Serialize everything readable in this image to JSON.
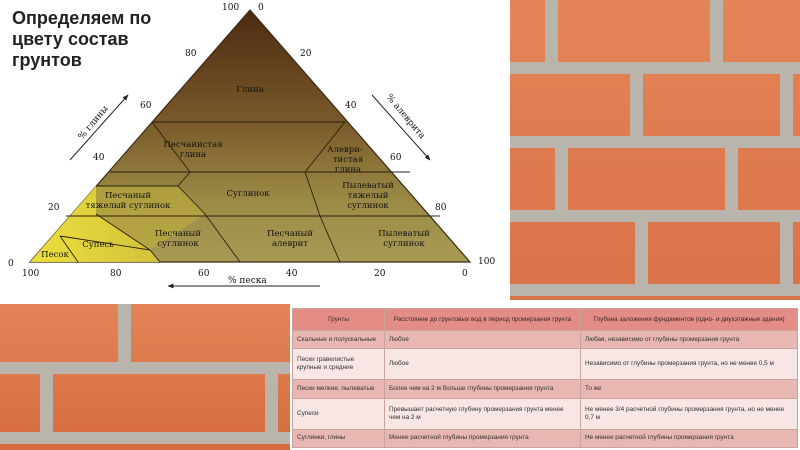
{
  "title": {
    "line1": "Определяем по",
    "line2": "цвету состав",
    "line3": "грунтов"
  },
  "diagram": {
    "axis_clay_label": "% глины",
    "axis_silt_label": "% алеврита",
    "axis_sand_label": "% песка",
    "left_ticks": [
      "0",
      "20",
      "40",
      "60",
      "80",
      "100"
    ],
    "right_ticks": [
      "0",
      "20",
      "40",
      "60",
      "80",
      "100"
    ],
    "bottom_ticks": [
      "100",
      "80",
      "60",
      "40",
      "20",
      "0"
    ],
    "regions": {
      "clay": "Глина",
      "sandy_clay_1": "Песчанистая",
      "sandy_clay_2": "глина",
      "silty_clay_1": "Алеври-",
      "silty_clay_2": "тистая",
      "silty_clay_3": "глина",
      "sandy_heavy_1": "Песчаный",
      "sandy_heavy_2": "тяжелый суглинок",
      "loam": "Суглинок",
      "silty_heavy_1": "Пылеватый",
      "silty_heavy_2": "тяжелый",
      "silty_heavy_3": "суглинок",
      "sandy_loam": "Супесь",
      "sand": "Песок",
      "sandy_light_1": "Песчаный",
      "sandy_light_2": "суглинок",
      "sandy_silt_1": "Песчаный",
      "sandy_silt_2": "алеврит",
      "silty_light_1": "Пылеватый",
      "silty_light_2": "суглинок"
    },
    "colors": {
      "top": "#5a3214",
      "middle": "#8f7a3a",
      "sand": "#f1e33a"
    }
  },
  "table": {
    "headers": [
      "Грунты",
      "Расстояние до грунтовых вод в период промерзания грунта",
      "Глубина заложения фундаментов (одно- и двухэтажные здания)"
    ],
    "rows": [
      [
        "Скальные и полускальные",
        "Любое",
        "Любая, независимо от глубины промерзания грунта"
      ],
      [
        "Пески гравелистые крупные и средние",
        "Любое",
        "Независимо от глубины промерзания грунта, но не менее 0,5 м"
      ],
      [
        "Пески мелкие, пылеватые",
        "Более чем на 2 м больше глубины промерзания грунта",
        "То же"
      ],
      [
        "Супеси",
        "Превышает расчетную глубину промерзания грунта менее чем на 2 м",
        "Не менее 3/4 расчетной глубины промерзания грунта, но не менее 0,7 м"
      ],
      [
        "Суглинки, глины",
        "Менее расчетной глубины промерзания грунта",
        "Не менее расчетной глубины промерзания грунта"
      ]
    ]
  }
}
